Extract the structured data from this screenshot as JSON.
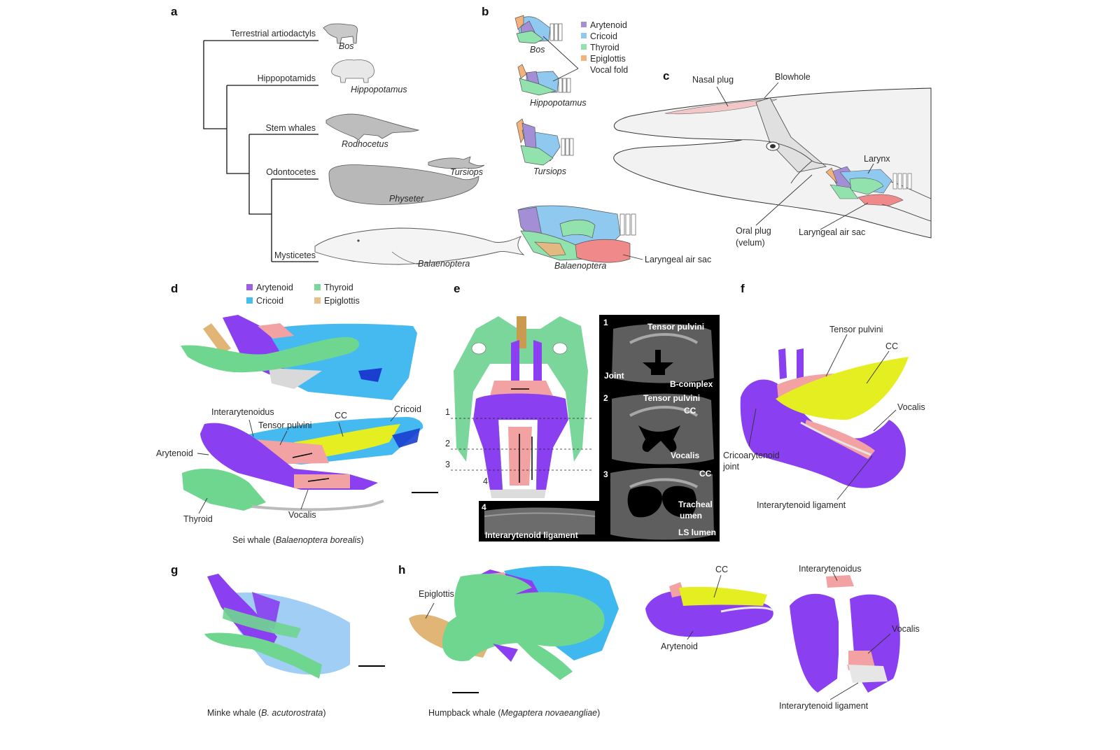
{
  "panels": {
    "a": {
      "letter": "a",
      "clades": [
        "Terrestrial artiodactyls",
        "Hippopotamids",
        "Stem whales",
        "Odontocetes",
        "Mysticetes"
      ],
      "taxa": [
        "Bos",
        "Hippopotamus",
        "Rodhocetus",
        "Tursiops",
        "Physeter",
        "Balaenoptera"
      ]
    },
    "b": {
      "letter": "b",
      "legend": [
        {
          "label": "Arytenoid",
          "color": "#a48fd6"
        },
        {
          "label": "Cricoid",
          "color": "#8fc9f0"
        },
        {
          "label": "Thyroid",
          "color": "#92e2ae"
        },
        {
          "label": "Epiglottis",
          "color": "#f3b27a"
        }
      ],
      "vocal_fold": "Vocal fold",
      "taxa": [
        "Bos",
        "Hippopotamus",
        "Tursiops",
        "Balaenoptera"
      ],
      "air_sac": "Laryngeal air sac"
    },
    "c": {
      "letter": "c",
      "labels": {
        "nasal_plug": "Nasal plug",
        "blowhole": "Blowhole",
        "larynx": "Larynx",
        "oral_plug_1": "Oral plug",
        "oral_plug_2": "(velum)",
        "air_sac": "Laryngeal air sac"
      }
    },
    "d": {
      "letter": "d",
      "legend": [
        {
          "label": "Arytenoid",
          "color": "#9b5fe0"
        },
        {
          "label": "Cricoid",
          "color": "#44bfee"
        },
        {
          "label": "Thyroid",
          "color": "#7ad69a"
        },
        {
          "label": "Epiglottis",
          "color": "#e8c08a"
        }
      ],
      "labels": {
        "interarytenoidus": "Interarytenoidus",
        "tensor_pulvini": "Tensor pulvini",
        "cc": "CC",
        "cricoid": "Cricoid",
        "arytenoid": "Arytenoid",
        "thyroid": "Thyroid",
        "vocalis": "Vocalis"
      },
      "caption_prefix": "Sei whale (",
      "caption_species": "Balaenoptera borealis",
      "caption_suffix": ")"
    },
    "e": {
      "letter": "e",
      "slice_numbers": [
        "1",
        "2",
        "3",
        "4"
      ],
      "ct1": {
        "num": "1",
        "tensor_pulvini": "Tensor pulvini",
        "joint": "Joint",
        "b_complex": "B-complex"
      },
      "ct2": {
        "num": "2",
        "tensor_pulvini": "Tensor pulvini",
        "cc": "CC",
        "vocalis": "Vocalis"
      },
      "ct3": {
        "num": "3",
        "cc": "CC",
        "tracheal_1": "Tracheal",
        "tracheal_2": "umen",
        "ls_lumen": "LS lumen"
      },
      "ct4": {
        "num": "4",
        "label": "Interarytenoid ligament"
      }
    },
    "f": {
      "letter": "f",
      "labels": {
        "tensor_pulvini": "Tensor pulvini",
        "cc": "CC",
        "vocalis": "Vocalis",
        "cricoarytenoid_1": "Cricoarytenoid",
        "cricoarytenoid_2": "joint",
        "interarytenoid_ligament": "Interarytenoid ligament"
      }
    },
    "g": {
      "letter": "g",
      "caption_prefix": "Minke whale (",
      "caption_species": "B. acutorostrata",
      "caption_suffix": ")"
    },
    "h": {
      "letter": "h",
      "labels": {
        "epiglottis": "Epiglottis",
        "cc": "CC",
        "arytenoid": "Arytenoid",
        "interarytenoidus": "Interarytenoidus",
        "vocalis": "Vocalis",
        "interarytenoid_ligament": "Interarytenoid ligament"
      },
      "caption_prefix": "Humpback whale (",
      "caption_species": "Megaptera novaeangliae",
      "caption_suffix": ")"
    }
  },
  "colors": {
    "arytenoid_schematic": "#a48fd6",
    "cricoid_schematic": "#8fc9f0",
    "thyroid_schematic": "#92e2ae",
    "epiglottis_schematic": "#f3b27a",
    "air_sac": "#f08a8a",
    "arytenoid_3d": "#8a3ff0",
    "cricoid_3d": "#3fb8f0",
    "thyroid_3d": "#6fd690",
    "epiglottis_3d": "#e0b576",
    "muscle": "#f2a2a2",
    "cc": "#e4ee20",
    "ct_background": "#000000",
    "silhouette_grey": "#b8b8b8"
  }
}
